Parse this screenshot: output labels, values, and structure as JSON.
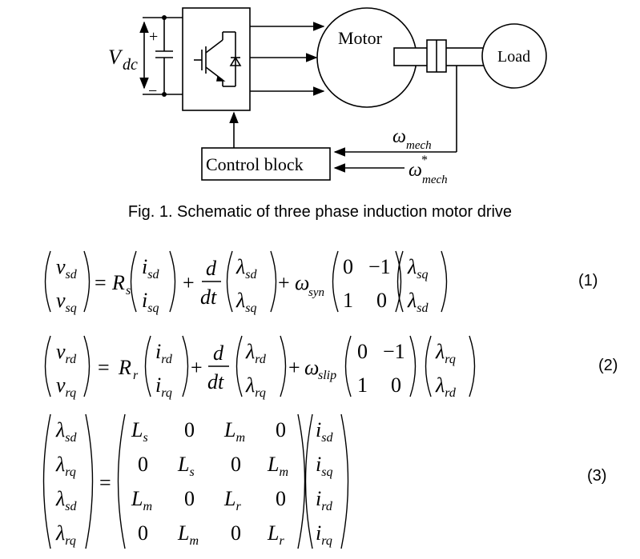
{
  "figure": {
    "vdc_label": "V",
    "vdc_sub": "dc",
    "plus": "+",
    "minus": "−",
    "motor_label": "Motor",
    "load_label": "Load",
    "control_label": "Control block",
    "omega_mech": "ω",
    "omega_mech_sub": "mech",
    "omega_star": "*"
  },
  "caption": "Fig. 1. Schematic of three phase induction motor drive",
  "equations": [
    {
      "number": "(1)",
      "lhs": [
        "v_sd",
        "v_sq"
      ],
      "resistance": "R",
      "resistance_sub": "s",
      "current": [
        "i_sd",
        "i_sq"
      ],
      "flux": [
        "λ_sd",
        "λ_sq"
      ],
      "omega": "ω",
      "omega_sub": "syn",
      "rot_matrix": [
        [
          "0",
          "−1"
        ],
        [
          "1",
          "0"
        ]
      ],
      "rot_vec": [
        "λ_sq",
        "λ_sd"
      ]
    },
    {
      "number": "(2)",
      "lhs": [
        "v_rd",
        "v_rq"
      ],
      "resistance": "R",
      "resistance_sub": "r",
      "current": [
        "i_rd",
        "i_rq"
      ],
      "flux": [
        "λ_rd",
        "λ_rq"
      ],
      "omega": "ω",
      "omega_sub": "slip",
      "rot_matrix": [
        [
          "0",
          "−1"
        ],
        [
          "1",
          "0"
        ]
      ],
      "rot_vec": [
        "λ_rq",
        "λ_rd"
      ]
    },
    {
      "number": "(3)",
      "lhs": [
        "λ_sd",
        "λ_rq",
        "λ_sd",
        "λ_rq"
      ],
      "matrix": [
        [
          "L_s",
          "0",
          "L_m",
          "0"
        ],
        [
          "0",
          "L_s",
          "0",
          "L_m"
        ],
        [
          "L_m",
          "0",
          "L_r",
          "0"
        ],
        [
          "0",
          "L_m",
          "0",
          "L_r"
        ]
      ],
      "rhs": [
        "i_sd",
        "i_sq",
        "i_rd",
        "i_rq"
      ]
    }
  ],
  "derivative": {
    "num": "d",
    "den": "dt"
  },
  "symbols": {
    "equals": "=",
    "plus": "+"
  }
}
